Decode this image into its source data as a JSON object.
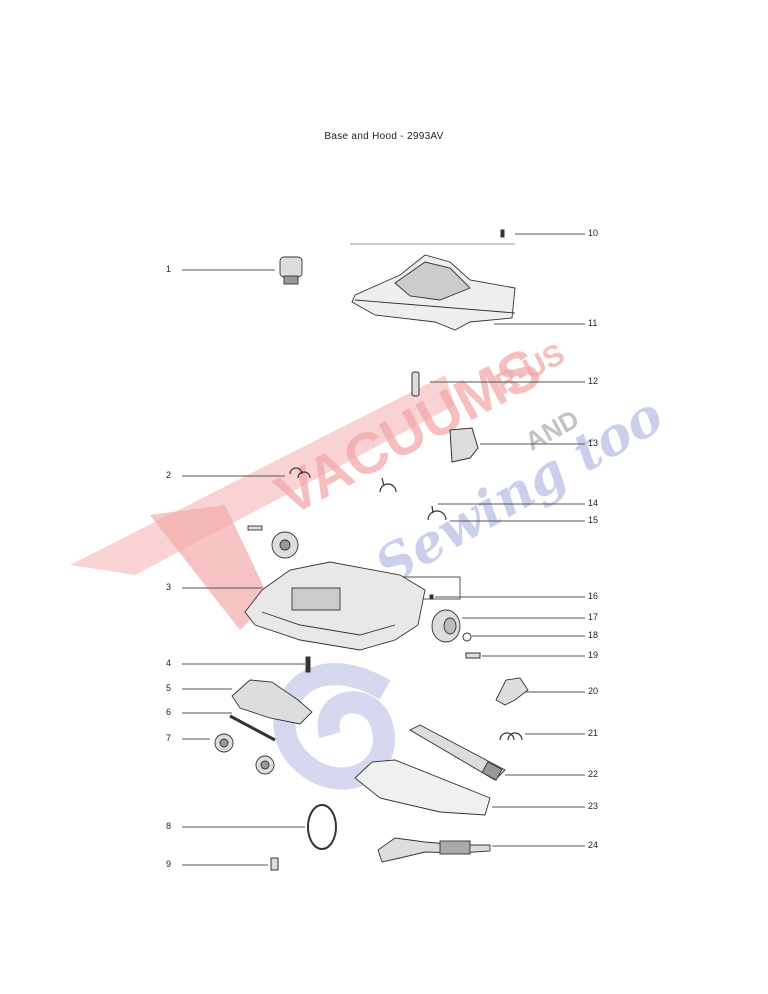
{
  "title": "Base and Hood - 2993AV",
  "watermark": {
    "vacuums": "VACUUMS",
    "r_us": "R-US",
    "and": "AND",
    "sewing": "Sewing too",
    "colors": {
      "red": "#f3a9a9",
      "blue": "#bcc0e6"
    }
  },
  "callouts": [
    {
      "label": "1",
      "side": "left"
    },
    {
      "label": "2",
      "side": "left"
    },
    {
      "label": "3",
      "side": "left"
    },
    {
      "label": "4",
      "side": "left"
    },
    {
      "label": "5",
      "side": "left"
    },
    {
      "label": "6",
      "side": "left"
    },
    {
      "label": "7",
      "side": "left"
    },
    {
      "label": "8",
      "side": "left"
    },
    {
      "label": "9",
      "side": "left"
    },
    {
      "label": "10",
      "side": "right"
    },
    {
      "label": "11",
      "side": "right"
    },
    {
      "label": "12",
      "side": "right"
    },
    {
      "label": "13",
      "side": "right"
    },
    {
      "label": "14",
      "side": "right"
    },
    {
      "label": "15",
      "side": "right"
    },
    {
      "label": "16",
      "side": "right"
    },
    {
      "label": "17",
      "side": "right"
    },
    {
      "label": "18",
      "side": "right"
    },
    {
      "label": "19",
      "side": "right"
    },
    {
      "label": "20",
      "side": "right"
    },
    {
      "label": "21",
      "side": "right"
    },
    {
      "label": "22",
      "side": "right"
    },
    {
      "label": "23",
      "side": "right"
    },
    {
      "label": "24",
      "side": "right"
    }
  ]
}
